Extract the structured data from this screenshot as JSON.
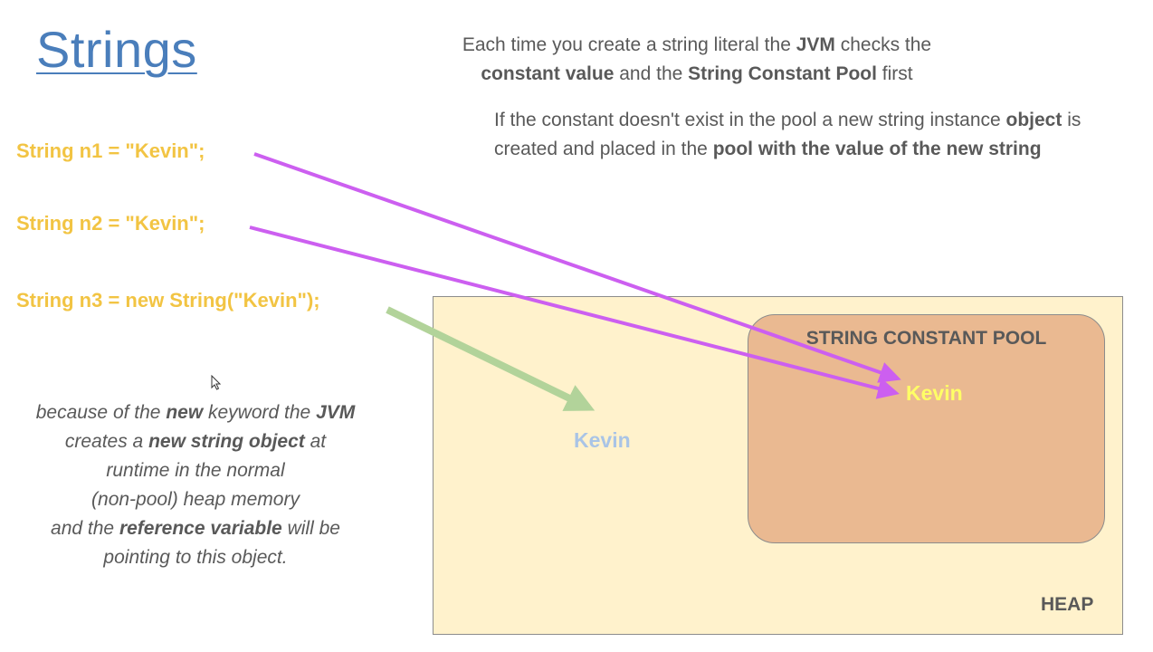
{
  "title": "Strings",
  "intro": {
    "line1_a": "Each time you create a string literal the ",
    "line1_b": "JVM",
    "line1_c": " checks the",
    "line2_a": "constant value",
    "line2_b": " and the ",
    "line2_c": "String Constant Pool",
    "line2_d": " first"
  },
  "pool_note": {
    "part1": "If the constant doesn't exist in the pool a new string instance ",
    "part2": "object",
    "part3": " is created and placed in the ",
    "part4": "pool with the value of the new string"
  },
  "code": {
    "n1": "String n1 = \"Kevin\";",
    "n2": "String n2 = \"Kevin\";",
    "n3": "String n3 = new String(\"Kevin\");"
  },
  "note": {
    "l1_a": "because of the ",
    "l1_b": "new",
    "l1_c": " keyword the ",
    "l1_d": "JVM",
    "l2_a": "creates a ",
    "l2_b": "new string object",
    "l2_c": " at",
    "l3": "runtime in the normal",
    "l4": "(non-pool) heap memory",
    "l5_a": "and the ",
    "l5_b": "reference variable",
    "l5_c": " will be",
    "l6": "pointing to this object."
  },
  "heap": {
    "label": "HEAP",
    "object_value": "Kevin"
  },
  "pool": {
    "label": "STRING CONSTANT POOL",
    "value": "Kevin"
  },
  "colors": {
    "code": "#f2c443",
    "pool_arrow": "#cc5ff0",
    "heap_arrow": "#b2d39a",
    "heap_fill": "#fff2cc",
    "pool_fill": "#eab991",
    "title": "#4a7ebb"
  }
}
